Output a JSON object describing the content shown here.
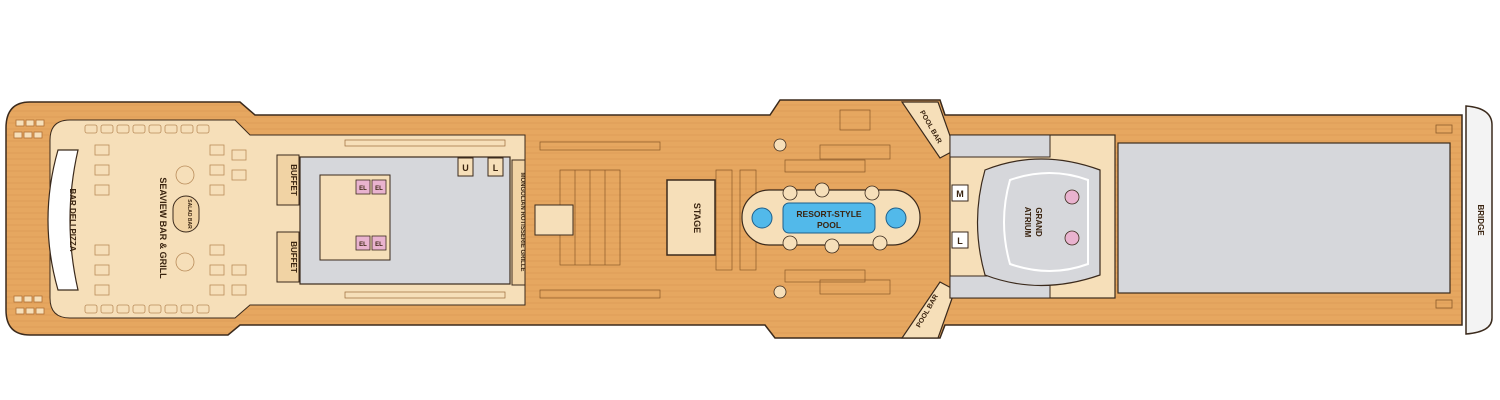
{
  "labels": {
    "bar_deli_pizza": "BAR DELI PIZZA",
    "seaview_bar_grill": "SEAVIEW BAR & GRILL",
    "salad_bar": "SALAD BAR",
    "buffet_top": "BUFFET",
    "buffet_bottom": "BUFFET",
    "u": "U",
    "l_fwd": "L",
    "mongolian_grille": "MONGOLIAN ROTISSERIE GRILLE",
    "stage": "STAGE",
    "resort_pool_1": "RESORT-STYLE",
    "resort_pool_2": "POOL",
    "pool_bar_top": "POOL BAR",
    "pool_bar_bottom": "POOL BAR",
    "m": "M",
    "l_aft": "L",
    "grand_atrium_1": "GRAND",
    "grand_atrium_2": "ATRIUM",
    "el": "EL",
    "bridge": "BRIDGE"
  },
  "colors": {
    "deck_wood": "#e6a760",
    "deck_wood_dark": "#cf8b44",
    "cream": "#f6dfb9",
    "indoor_gray": "#d6d7db",
    "elevator_pink": "#e9b3cf",
    "pool_blue": "#52b9ea",
    "outline": "#3b2a1c",
    "hull_edge": "#c97b35"
  }
}
